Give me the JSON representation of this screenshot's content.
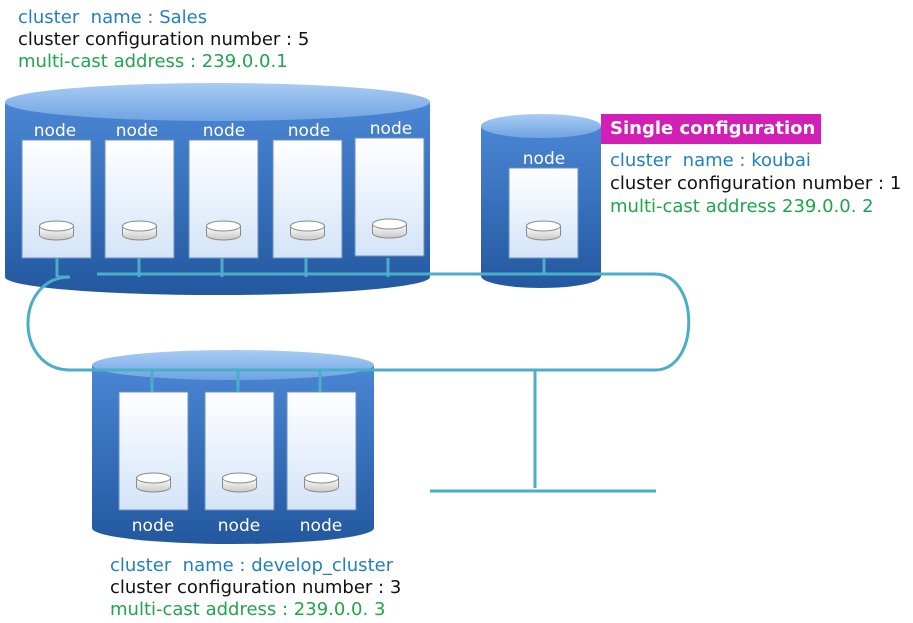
{
  "node_label": "node",
  "clusters": {
    "sales": {
      "name": "cluster  name : Sales",
      "config": "cluster configuration number : 5",
      "multicast": "multi-cast address : 239.0.0.1"
    },
    "koubai": {
      "badge": "Single configuration",
      "name": "cluster  name : koubai",
      "config": "cluster configuration number : 1",
      "multicast": "multi-cast address 239.0.0. 2"
    },
    "develop": {
      "name": "cluster  name : develop_cluster",
      "config": "cluster configuration number : 3",
      "multicast": "multi-cast address : 239.0.0. 3"
    }
  },
  "colors": {
    "cylinder_body": "#2f6fc4",
    "cylinder_top": "#8bb9ee",
    "network_line": "#4aaec8",
    "badge": "#d21fb5"
  }
}
